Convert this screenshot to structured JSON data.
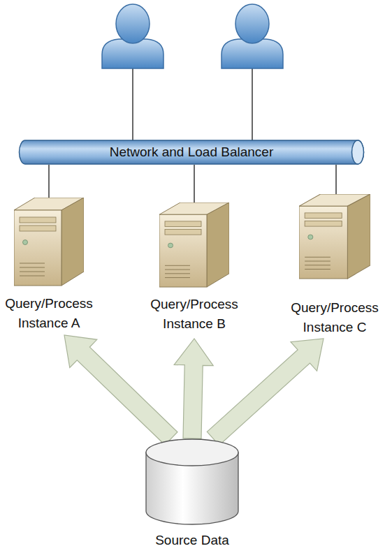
{
  "diagram": {
    "nodes": [
      {
        "text": [
          "Network and Load Balancer"
        ]
      },
      {
        "text": [
          "Query/Process Instance A"
        ]
      },
      {
        "text": [
          "Query/Process Instance B"
        ]
      },
      {
        "text": [
          "Query/Process Instance C"
        ]
      },
      {
        "text": [
          "Source Data"
        ]
      }
    ],
    "edges": [
      {
        "from": 0,
        "to": 1,
        "arrow": "none"
      },
      {
        "from": 0,
        "to": 2,
        "arrow": "none"
      },
      {
        "from": 0,
        "to": 3,
        "arrow": "none"
      },
      {
        "from": 4,
        "to": 1,
        "arrow": "to"
      },
      {
        "from": 4,
        "to": 2,
        "arrow": "to"
      },
      {
        "from": 4,
        "to": 3,
        "arrow": "to"
      }
    ]
  }
}
